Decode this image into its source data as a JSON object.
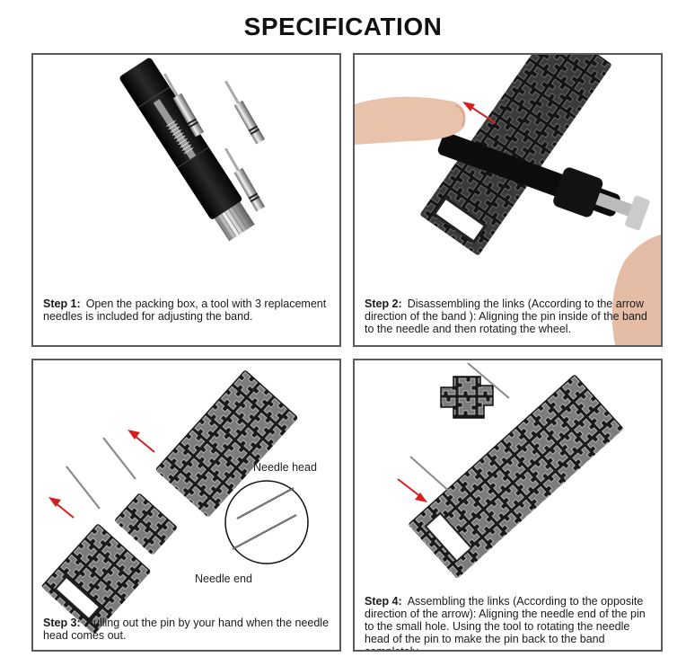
{
  "header": {
    "title": "SPECIFICATION"
  },
  "steps": [
    {
      "step_label": "Step 1:",
      "text": "Open the packing box,  a tool with 3 replacement needles is included for adjusting the band.",
      "image": "watch-band-adjustment-tool-with-three-replacement-needles"
    },
    {
      "step_label": "Step 2:",
      "text": "Disassembling the links (According to the arrow direction of the band ): Aligning the pin inside of the band to the needle and then rotating the wheel.",
      "image": "hand-holding-band-in-tool-with-red-arrow"
    },
    {
      "step_label": "Step 3:",
      "text": "Pulling out the pin by your hand when the needle head comes out.",
      "image": "exploded-band-links-with-pins-and-red-arrows",
      "labels": {
        "needle_head": "Needle head",
        "needle_end": "Needle end"
      }
    },
    {
      "step_label": "Step 4:",
      "text": "Assembling the links (According to the opposite direction of the arrow): Aligning the needle end of the pin to the small hole. Using the tool to rotating the needle head of the pin to make the pin back to the band completely.",
      "image": "band-with-separate-link-and-pin-red-arrow"
    }
  ],
  "colors": {
    "arrow": "#d42020",
    "border": "#5a5a5a",
    "band_dark": "#2b2b2b",
    "band_mid": "#6e6e6e",
    "tool_black": "#111111",
    "skin": "#e9c2ac"
  }
}
